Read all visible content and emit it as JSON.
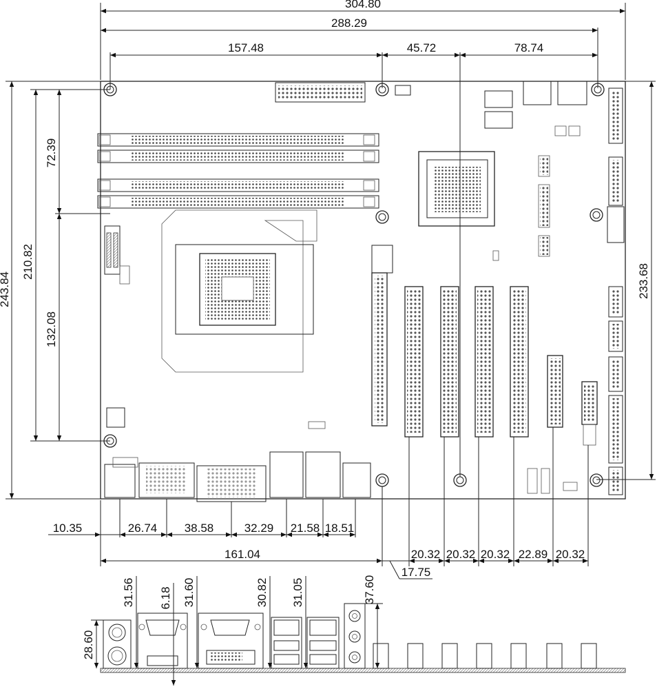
{
  "diagram": {
    "top_dimensions": {
      "overall_width": "304.80",
      "hole_span": "288.29",
      "left_segment": "157.48",
      "middle_segment": "45.72",
      "right_segment": "78.74"
    },
    "left_dimensions": {
      "overall_height": "243.84",
      "hole_vertical_span": "210.82",
      "upper_segment": "72.39",
      "lower_segment": "132.08"
    },
    "right_dimensions": {
      "right_height": "233.68"
    },
    "io_dimensions": [
      "10.35",
      "26.74",
      "38.58",
      "32.29",
      "21.58",
      "18.51"
    ],
    "io_total": "161.04",
    "slot_offset": "17.75",
    "slot_pitches": [
      "20.32",
      "20.32",
      "20.32",
      "22.89",
      "20.32"
    ],
    "rear_panel_heights": {
      "ps2_height": "28.60",
      "vga_height": "31.56",
      "hdmi_offset": "6.18",
      "dvi_height": "31.60",
      "lan1_height": "30.82",
      "lan2_height": "31.05",
      "audio_height": "37.60"
    }
  }
}
